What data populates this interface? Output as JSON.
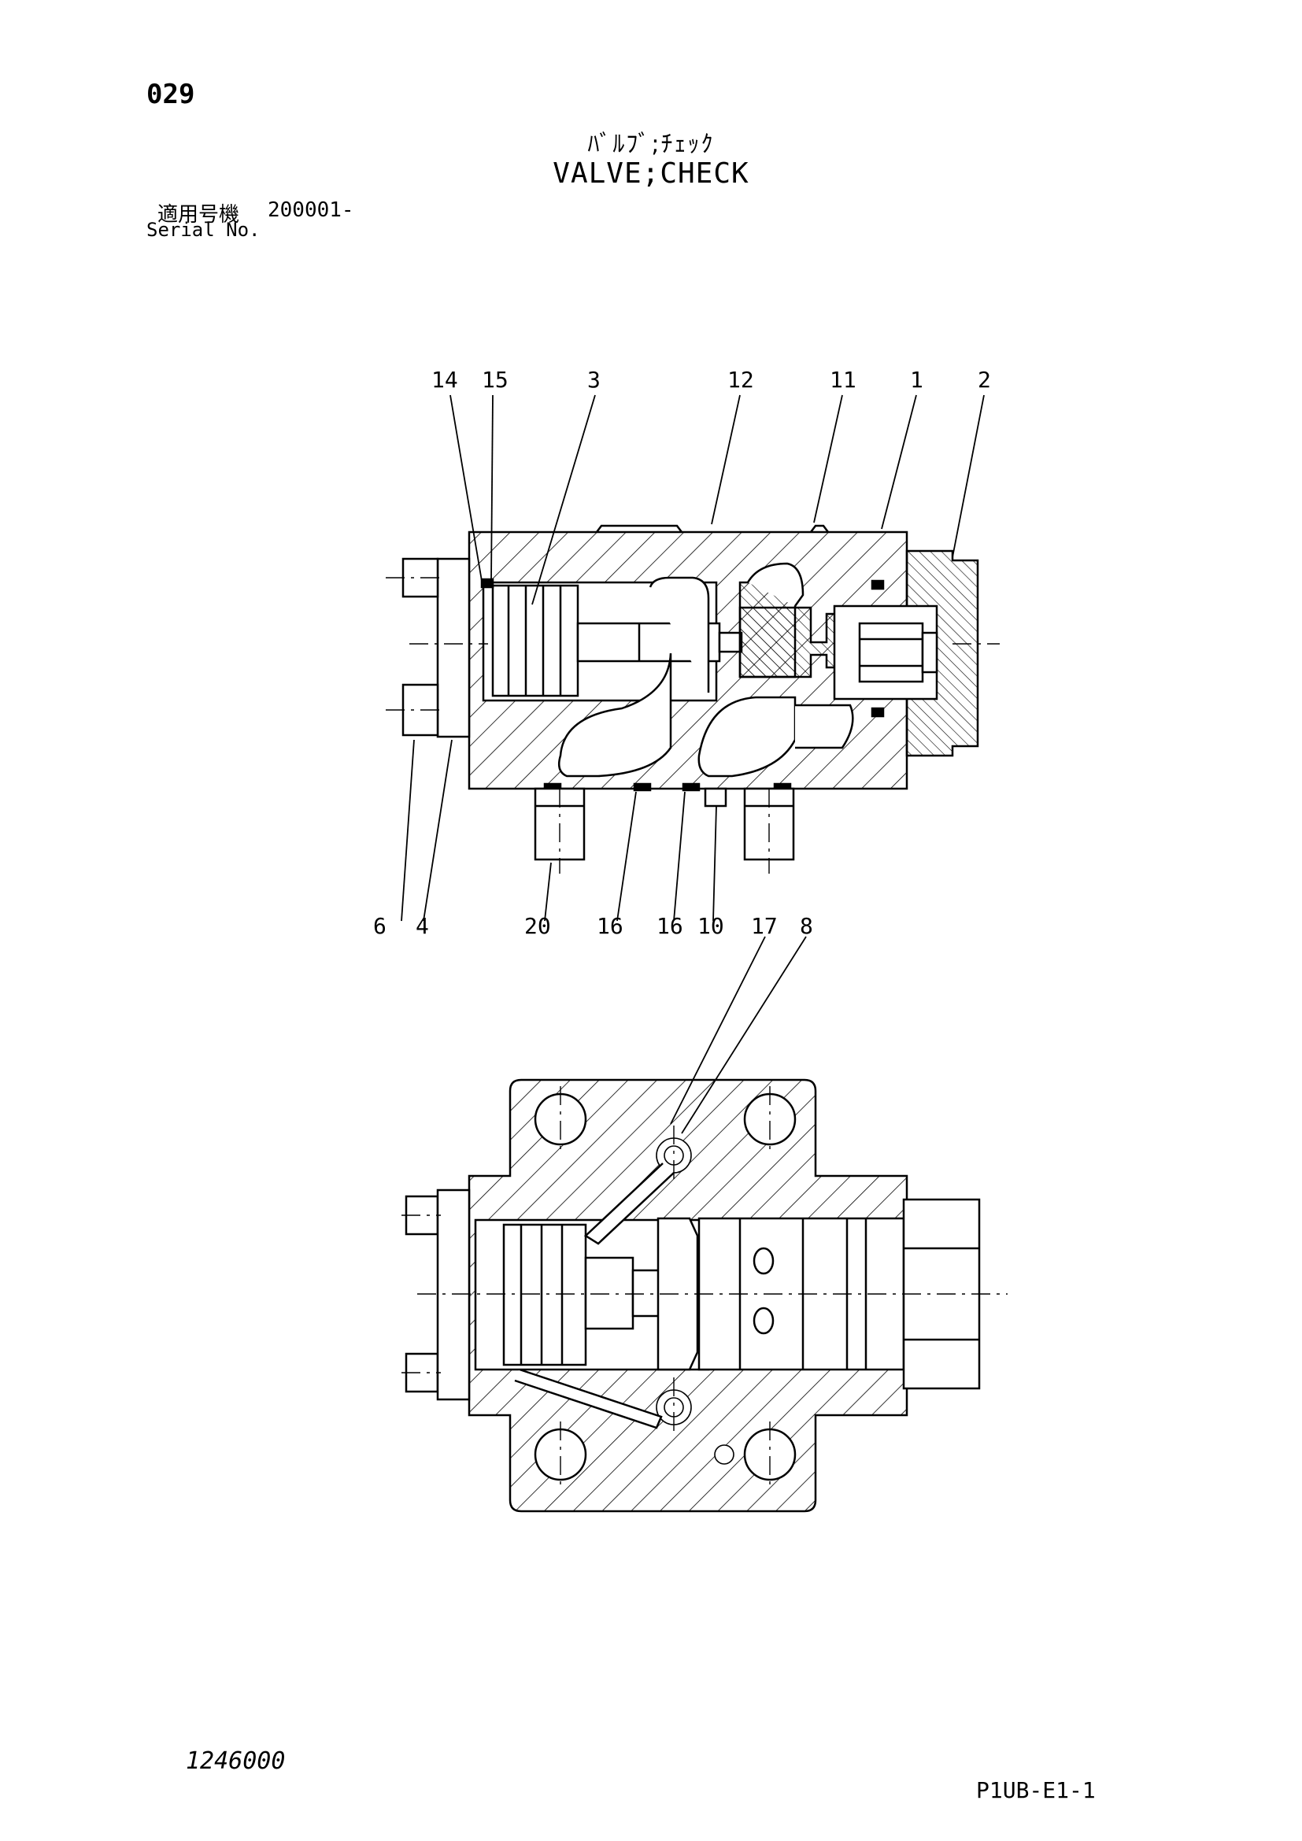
{
  "header": {
    "page_number": "029",
    "title_jp": "ﾊﾞﾙﾌﾞ;ﾁｪｯｸ",
    "title_en": "VALVE;CHECK",
    "serial_label_jp": "適用号機",
    "serial_value": "200001-",
    "serial_label_en": "Serial No."
  },
  "callouts_top": [
    "14",
    "15",
    "3",
    "12",
    "11",
    "1",
    "2"
  ],
  "callouts_bottom": [
    "6",
    "4",
    "20",
    "16",
    "16",
    "10",
    "17",
    "8"
  ],
  "footer": {
    "drawing_id": "1246000",
    "sheet_code": "P1UB-E1-1"
  }
}
